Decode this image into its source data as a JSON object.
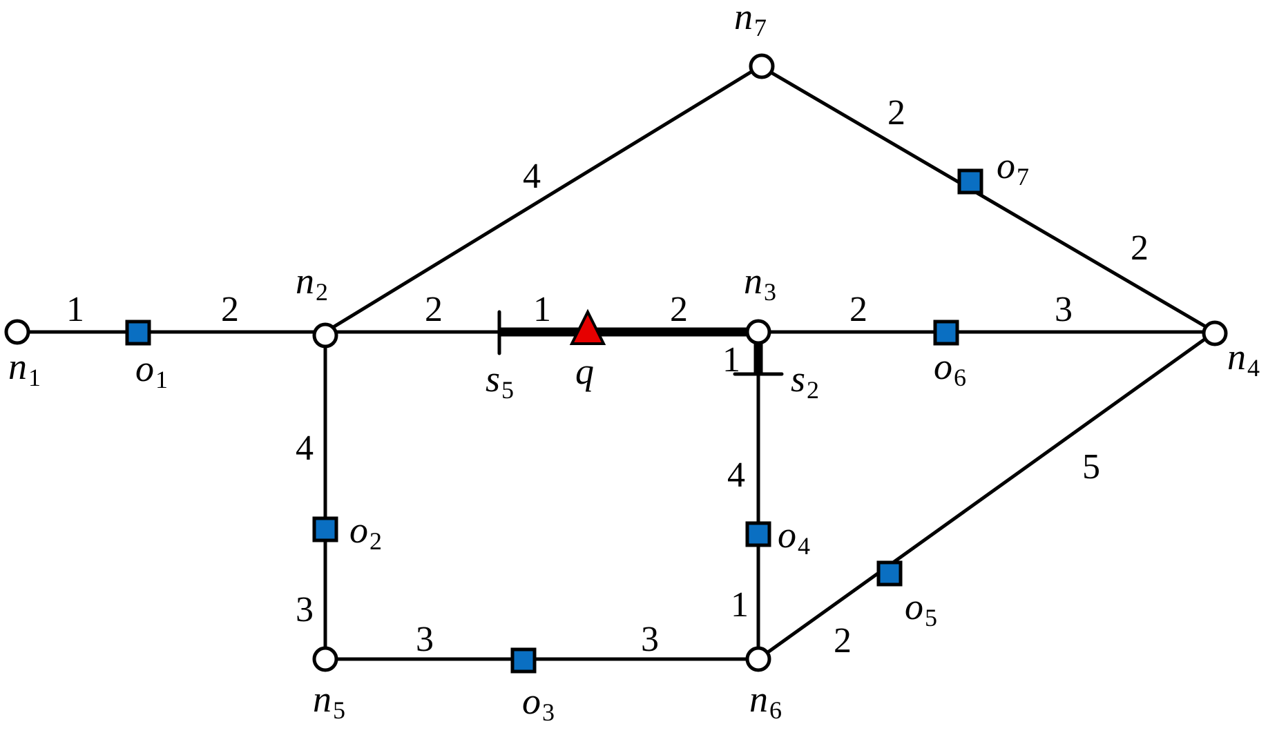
{
  "nodes": [
    {
      "id": "n1",
      "label": "n",
      "sub": "1"
    },
    {
      "id": "n2",
      "label": "n",
      "sub": "2"
    },
    {
      "id": "n3",
      "label": "n",
      "sub": "3"
    },
    {
      "id": "n4",
      "label": "n",
      "sub": "4"
    },
    {
      "id": "n5",
      "label": "n",
      "sub": "5"
    },
    {
      "id": "n6",
      "label": "n",
      "sub": "6"
    },
    {
      "id": "n7",
      "label": "n",
      "sub": "7"
    }
  ],
  "objects": [
    {
      "id": "o1",
      "label": "o",
      "sub": "1"
    },
    {
      "id": "o2",
      "label": "o",
      "sub": "2"
    },
    {
      "id": "o3",
      "label": "o",
      "sub": "3"
    },
    {
      "id": "o4",
      "label": "o",
      "sub": "4"
    },
    {
      "id": "o5",
      "label": "o",
      "sub": "5"
    },
    {
      "id": "o6",
      "label": "o",
      "sub": "6"
    },
    {
      "id": "o7",
      "label": "o",
      "sub": "7"
    }
  ],
  "markers": [
    {
      "id": "s5",
      "label": "s",
      "sub": "5"
    },
    {
      "id": "s2",
      "label": "s",
      "sub": "2"
    }
  ],
  "query": {
    "id": "q",
    "label": "q",
    "color": "#e60000"
  },
  "object_color": "#0a6fc2",
  "weights": {
    "n1_o1": "1",
    "o1_n2": "2",
    "n2_s5": "2",
    "s5_q": "1",
    "q_n3": "2",
    "n3_s2": "1",
    "n3_o6": "2",
    "o6_n4": "3",
    "n2_n7": "4",
    "n7_o7": "2",
    "o7_n4": "2",
    "n2_o2": "4",
    "o2_n5": "3",
    "n5_o3": "3",
    "o3_n6": "3",
    "s2_o4": "4",
    "o4_n6": "1",
    "n6_o5": "2",
    "o5_n4": "5"
  }
}
